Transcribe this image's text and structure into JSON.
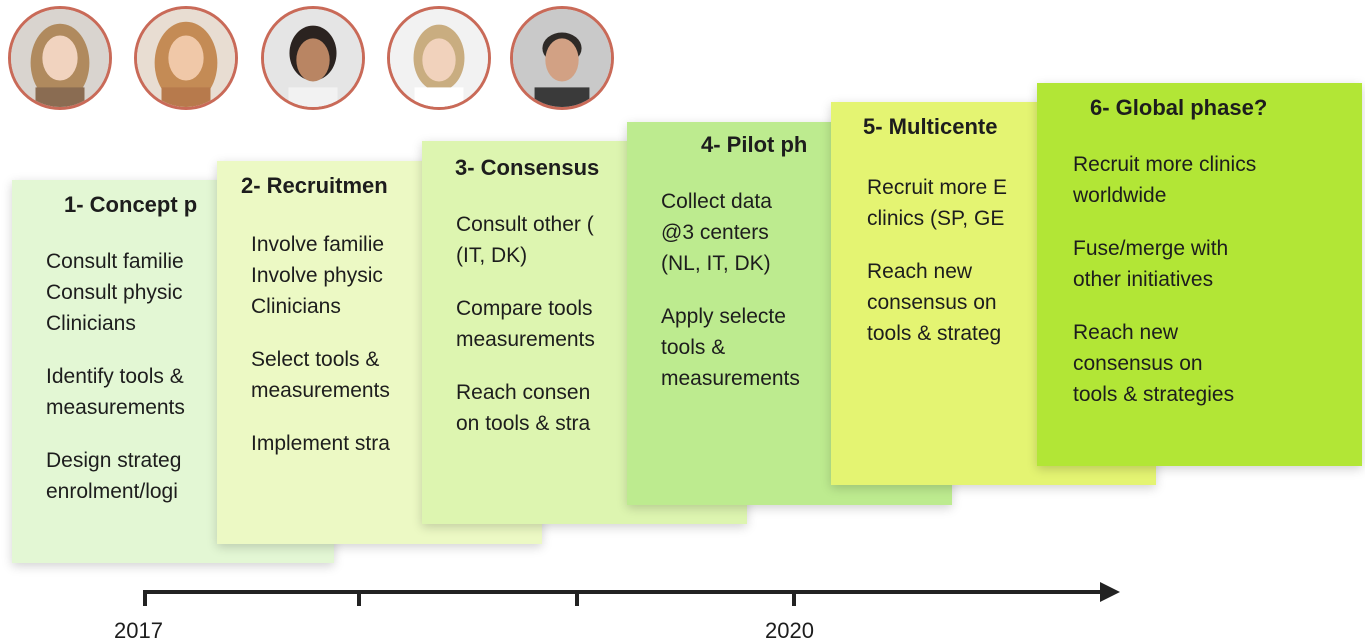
{
  "colors": {
    "avatar_ring": "#c96a58",
    "card1": "#e3f7d4",
    "card2": "#ecf9c4",
    "card3": "#ddf5b0",
    "card4": "#bdeb8f",
    "card5": "#e4f472",
    "card6": "#b2e636",
    "axis": "#222222"
  },
  "people": [
    {
      "icon": "person-photo-1"
    },
    {
      "icon": "person-photo-2"
    },
    {
      "icon": "person-photo-3"
    },
    {
      "icon": "person-photo-4"
    },
    {
      "icon": "person-photo-5"
    }
  ],
  "cards": [
    {
      "title": "1- Concept p",
      "paragraphs": [
        [
          "Consult familie",
          "Consult physic",
          "Clinicians"
        ],
        [
          "Identify tools &",
          "measurements"
        ],
        [
          "Design strateg",
          "enrolment/logi"
        ]
      ]
    },
    {
      "title": "2- Recruitmen",
      "paragraphs": [
        [
          "Involve familie",
          "Involve physic",
          "Clinicians"
        ],
        [
          "Select tools &",
          "measurements"
        ],
        [
          "Implement stra"
        ]
      ]
    },
    {
      "title": "3- Consensus",
      "paragraphs": [
        [
          "Consult other (",
          "(IT, DK)"
        ],
        [
          "Compare tools",
          "measurements"
        ],
        [
          "Reach consen",
          "on tools & stra"
        ]
      ]
    },
    {
      "title": "4- Pilot ph",
      "paragraphs": [
        [
          "Collect data",
          "@3 centers",
          "(NL, IT, DK)"
        ],
        [
          "Apply selecte",
          "tools &",
          "measurements"
        ]
      ]
    },
    {
      "title": "5- Multicente",
      "paragraphs": [
        [
          "Recruit more E",
          "clinics (SP, GE"
        ],
        [
          "Reach new",
          "consensus on",
          "tools & strateg"
        ]
      ]
    },
    {
      "title": "6- Global phase?",
      "paragraphs": [
        [
          "Recruit more clinics",
          "worldwide"
        ],
        [
          "Fuse/merge with",
          "other initiatives"
        ],
        [
          "Reach new",
          "consensus on",
          "tools & strategies"
        ]
      ]
    }
  ],
  "timeline": {
    "labels": [
      "2017",
      "2020"
    ]
  }
}
